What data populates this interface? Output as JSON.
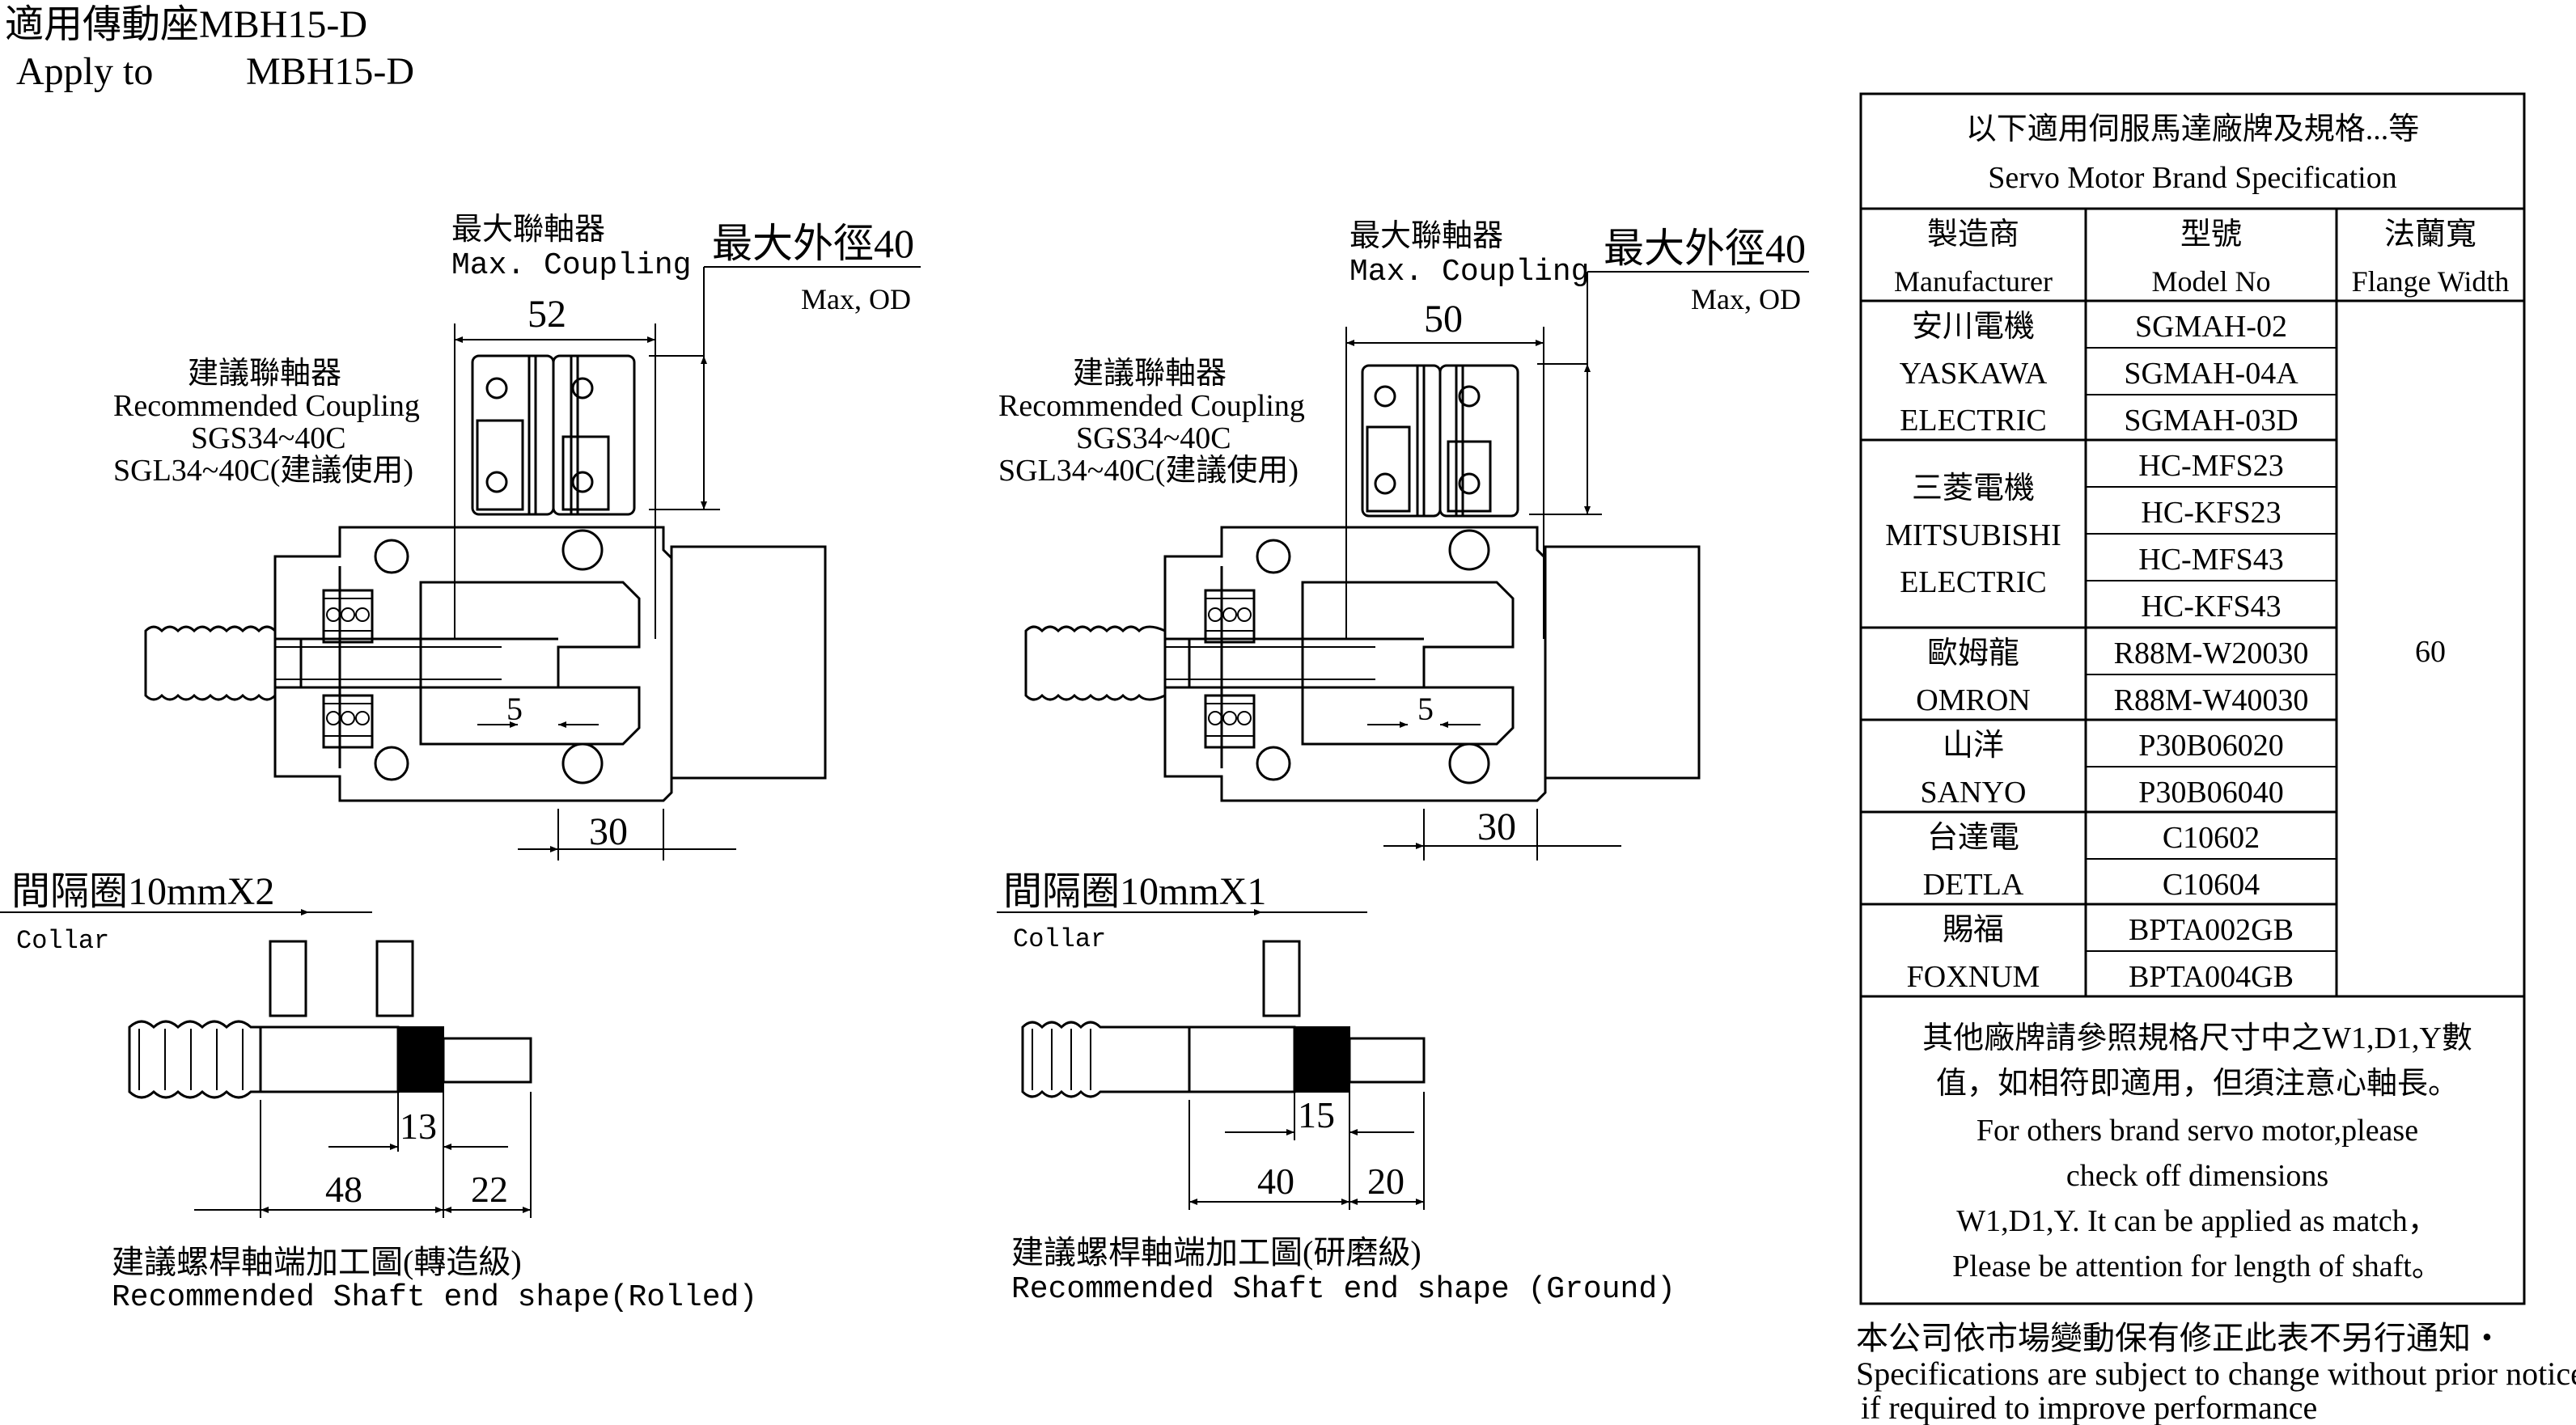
{
  "header": {
    "title_zh": "適用傳動座MBH15-D",
    "apply_to_label": "Apply to",
    "apply_to_model": "MBH15-D"
  },
  "left_view": {
    "max_coupling_zh": "最大聯軸器",
    "max_coupling_en": "Max. Coupling",
    "max_od_zh": "最大外徑40",
    "max_od_en": "Max, OD",
    "coupling_width": "52",
    "rec_coupling_zh": "建議聯軸器",
    "rec_coupling_en": "Recommended Coupling",
    "rec_coupling_model_1": "SGS34~40C",
    "rec_coupling_model_2": "SGL34~40C(建議使用)",
    "dim_5": "5",
    "dim_30": "30",
    "collar_zh": "間隔圈10mmX2",
    "collar_en": "Collar",
    "dim_13": "13",
    "dim_48": "48",
    "dim_22": "22",
    "shaft_zh": "建議螺桿軸端加工圖(轉造級)",
    "shaft_en": "Recommended Shaft end shape(Rolled)"
  },
  "right_view": {
    "max_coupling_zh": "最大聯軸器",
    "max_coupling_en": "Max. Coupling",
    "max_od_zh": "最大外徑40",
    "max_od_en": "Max, OD",
    "coupling_width": "50",
    "rec_coupling_zh": "建議聯軸器",
    "rec_coupling_en": "Recommended Coupling",
    "rec_coupling_model_1": "SGS34~40C",
    "rec_coupling_model_2": "SGL34~40C(建議使用)",
    "dim_5": "5",
    "dim_30": "30",
    "collar_zh": "間隔圈10mmX1",
    "collar_en": "Collar",
    "dim_15": "15",
    "dim_40": "40",
    "dim_20": "20",
    "shaft_zh": "建議螺桿軸端加工圖(研磨級)",
    "shaft_en": "Recommended Shaft end shape (Ground)"
  },
  "spec_table": {
    "title_zh": "以下適用伺服馬達廠牌及規格...等",
    "title_en": "Servo Motor Brand Specification",
    "col_manufacturer_zh": "製造商",
    "col_manufacturer_en": "Manufacturer",
    "col_model_zh": "型號",
    "col_model_en": "Model No",
    "col_flange_zh": "法蘭寬",
    "col_flange_en": "Flange Width",
    "flange_value": "60",
    "brands": [
      {
        "lines": [
          "安川電機",
          "YASKAWA",
          "ELECTRIC"
        ],
        "models": [
          "SGMAH-02",
          "SGMAH-04A",
          "SGMAH-03D"
        ]
      },
      {
        "lines": [
          "三菱電機",
          "MITSUBISHI",
          "ELECTRIC"
        ],
        "models": [
          "HC-MFS23",
          "HC-KFS23",
          "HC-MFS43",
          "HC-KFS43"
        ]
      },
      {
        "lines": [
          "歐姆龍",
          "OMRON"
        ],
        "models": [
          "R88M-W20030",
          "R88M-W40030"
        ]
      },
      {
        "lines": [
          "山洋",
          "SANYO"
        ],
        "models": [
          "P30B06020",
          "P30B06040"
        ]
      },
      {
        "lines": [
          "台達電",
          "DETLA"
        ],
        "models": [
          "C10602",
          "C10604"
        ]
      },
      {
        "lines": [
          "賜福",
          "FOXNUM"
        ],
        "models": [
          "BPTA002GB",
          "BPTA004GB"
        ]
      }
    ],
    "note_zh_1": "其他廠牌請參照規格尺寸中之W1,D1,Y數",
    "note_zh_2": "值，如相符即適用，但須注意心軸長。",
    "note_en_1": "For others brand servo motor,please",
    "note_en_2": "check off dimensions",
    "note_en_3": "W1,D1,Y. It can be applied as match，",
    "note_en_4": "Please be attention for length of shaft。"
  },
  "footer": {
    "notice_zh": "本公司依市場變動保有修正此表不另行通知・",
    "notice_en_1": "Specifications are subject to change without prior notice",
    "notice_en_2": "if required to improve performance"
  }
}
